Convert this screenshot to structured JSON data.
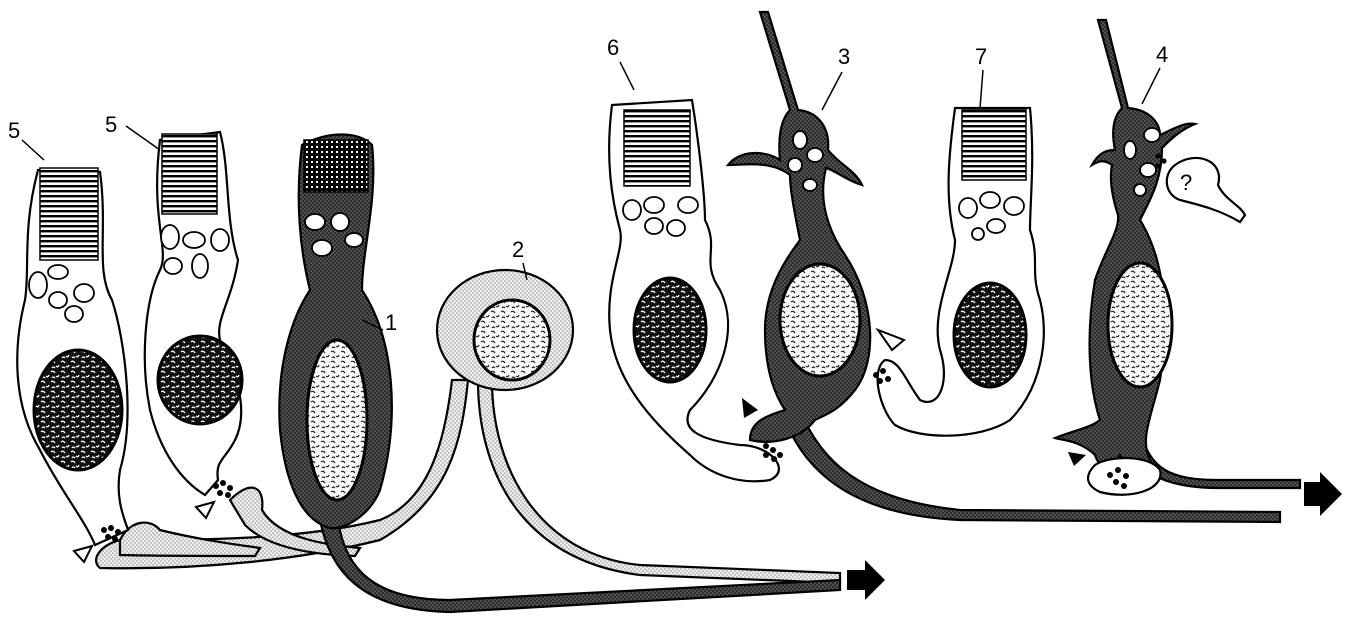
{
  "labels": {
    "l5a": "5",
    "l5b": "5",
    "l1": "1",
    "l2": "2",
    "l6": "6",
    "l3": "3",
    "l7": "7",
    "l4": "4",
    "q": "?"
  },
  "colors": {
    "ink": "#000000",
    "dark_fill": "#3a3a3a",
    "light_fill": "#d8d8d8",
    "background": "#ffffff"
  },
  "icons": [
    "arrow-right-icon",
    "arrowhead-filled-icon",
    "arrowhead-open-icon"
  ]
}
